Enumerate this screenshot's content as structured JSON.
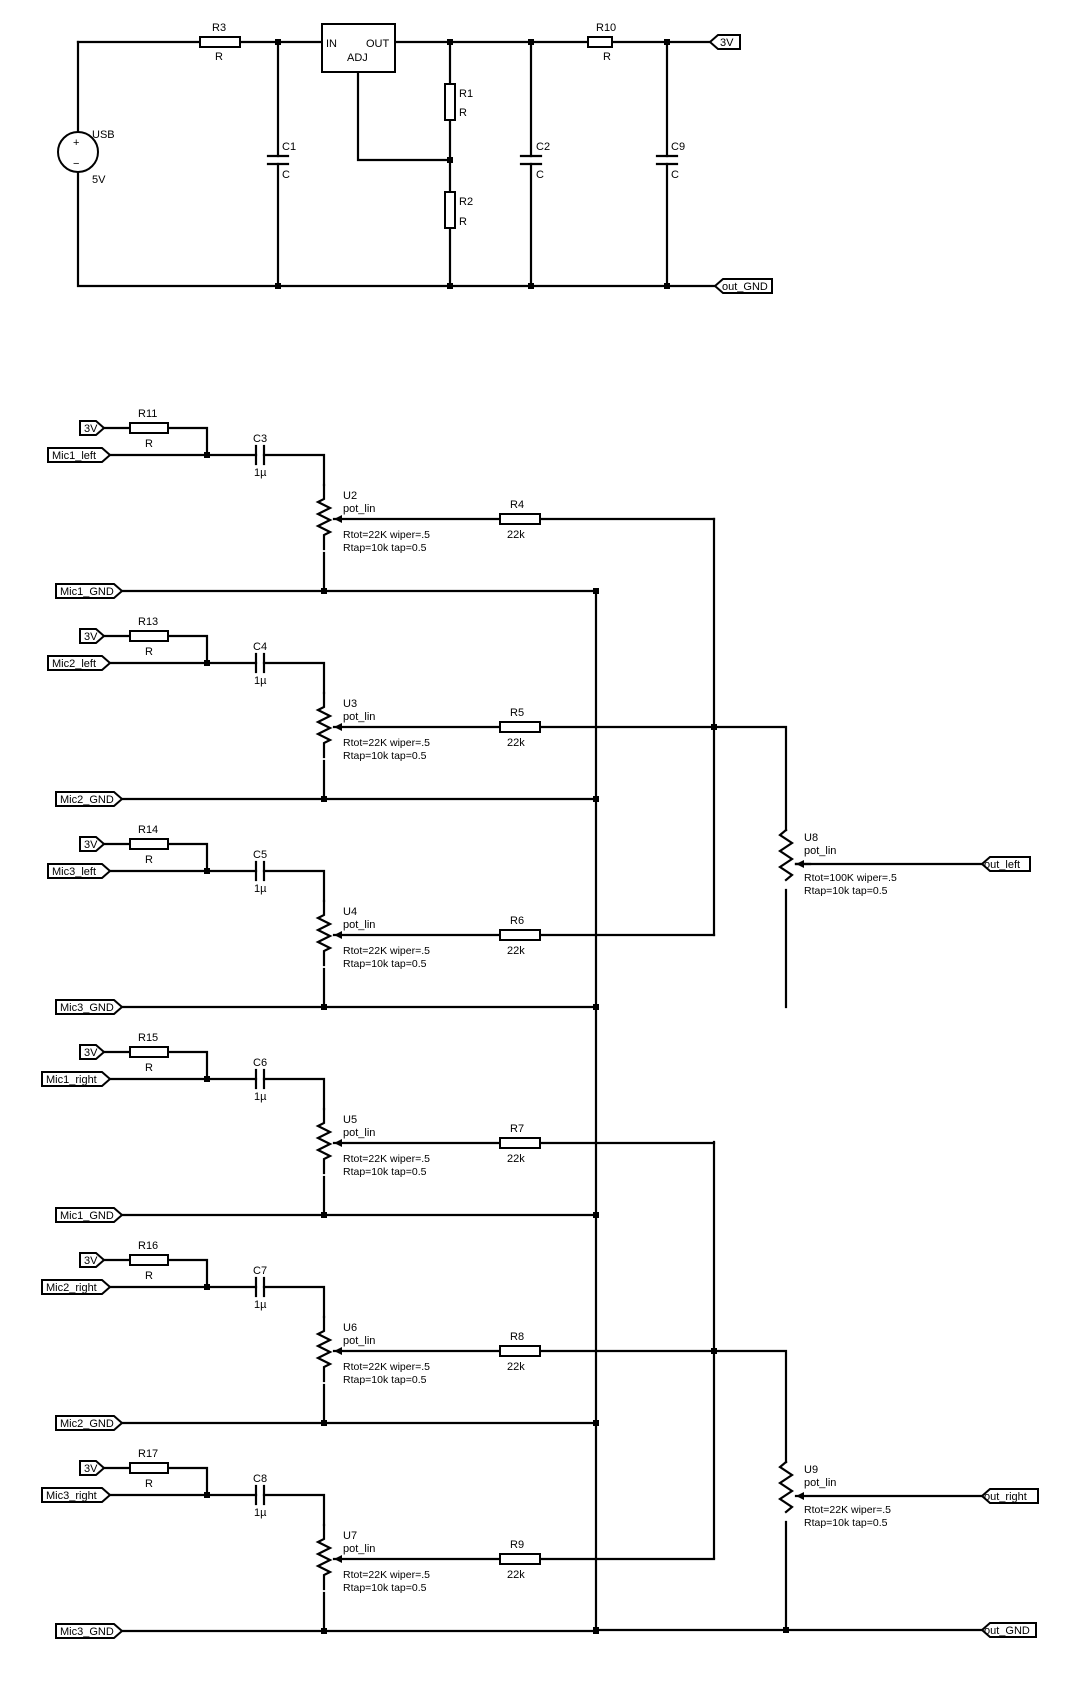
{
  "supply": {
    "source": {
      "name": "USB",
      "value": "5V",
      "plus": "+",
      "minus": "−"
    },
    "R3": {
      "name": "R3",
      "value": "R"
    },
    "regulator": {
      "in": "IN",
      "out": "OUT",
      "adj": "ADJ"
    },
    "R1": {
      "name": "R1",
      "value": "R"
    },
    "R2": {
      "name": "R2",
      "value": "R"
    },
    "C1": {
      "name": "C1",
      "value": "C"
    },
    "C2": {
      "name": "C2",
      "value": "C"
    },
    "C9": {
      "name": "C9",
      "value": "C"
    },
    "R10": {
      "name": "R10",
      "value": "R"
    },
    "port_3v": "3V",
    "port_gnd": "out_GND"
  },
  "channels": [
    {
      "rail": "3V",
      "mic": "Mic1_left",
      "gnd": "Mic1_GND",
      "rb": "R11",
      "rb_val": "R",
      "cap": "C3",
      "cap_val": "1µ",
      "pot": "U2",
      "pot_type": "pot_lin",
      "pot_l1": "Rtot=22K wiper=.5",
      "pot_l2": "Rtap=10k tap=0.5",
      "rm": "R4",
      "rm_val": "22k"
    },
    {
      "rail": "3V",
      "mic": "Mic2_left",
      "gnd": "Mic2_GND",
      "rb": "R13",
      "rb_val": "R",
      "cap": "C4",
      "cap_val": "1µ",
      "pot": "U3",
      "pot_type": "pot_lin",
      "pot_l1": "Rtot=22K wiper=.5",
      "pot_l2": "Rtap=10k tap=0.5",
      "rm": "R5",
      "rm_val": "22k"
    },
    {
      "rail": "3V",
      "mic": "Mic3_left",
      "gnd": "Mic3_GND",
      "rb": "R14",
      "rb_val": "R",
      "cap": "C5",
      "cap_val": "1µ",
      "pot": "U4",
      "pot_type": "pot_lin",
      "pot_l1": "Rtot=22K wiper=.5",
      "pot_l2": "Rtap=10k tap=0.5",
      "rm": "R6",
      "rm_val": "22k"
    },
    {
      "rail": "3V",
      "mic": "Mic1_right",
      "gnd": "Mic1_GND",
      "rb": "R15",
      "rb_val": "R",
      "cap": "C6",
      "cap_val": "1µ",
      "pot": "U5",
      "pot_type": "pot_lin",
      "pot_l1": "Rtot=22K wiper=.5",
      "pot_l2": "Rtap=10k tap=0.5",
      "rm": "R7",
      "rm_val": "22k"
    },
    {
      "rail": "3V",
      "mic": "Mic2_right",
      "gnd": "Mic2_GND",
      "rb": "R16",
      "rb_val": "R",
      "cap": "C7",
      "cap_val": "1µ",
      "pot": "U6",
      "pot_type": "pot_lin",
      "pot_l1": "Rtot=22K wiper=.5",
      "pot_l2": "Rtap=10k tap=0.5",
      "rm": "R8",
      "rm_val": "22k"
    },
    {
      "rail": "3V",
      "mic": "Mic3_right",
      "gnd": "Mic3_GND",
      "rb": "R17",
      "rb_val": "R",
      "cap": "C8",
      "cap_val": "1µ",
      "pot": "U7",
      "pot_type": "pot_lin",
      "pot_l1": "Rtot=22K wiper=.5",
      "pot_l2": "Rtap=10k tap=0.5",
      "rm": "R9",
      "rm_val": "22k"
    }
  ],
  "outputs": {
    "left": {
      "pot": "U8",
      "pot_type": "pot_lin",
      "l1": "Rtot=100K wiper=.5",
      "l2": "Rtap=10k tap=0.5",
      "port": "out_left"
    },
    "right": {
      "pot": "U9",
      "pot_type": "pot_lin",
      "l1": "Rtot=22K wiper=.5",
      "l2": "Rtap=10k tap=0.5",
      "port": "out_right"
    },
    "gnd_port": "out_GND"
  }
}
